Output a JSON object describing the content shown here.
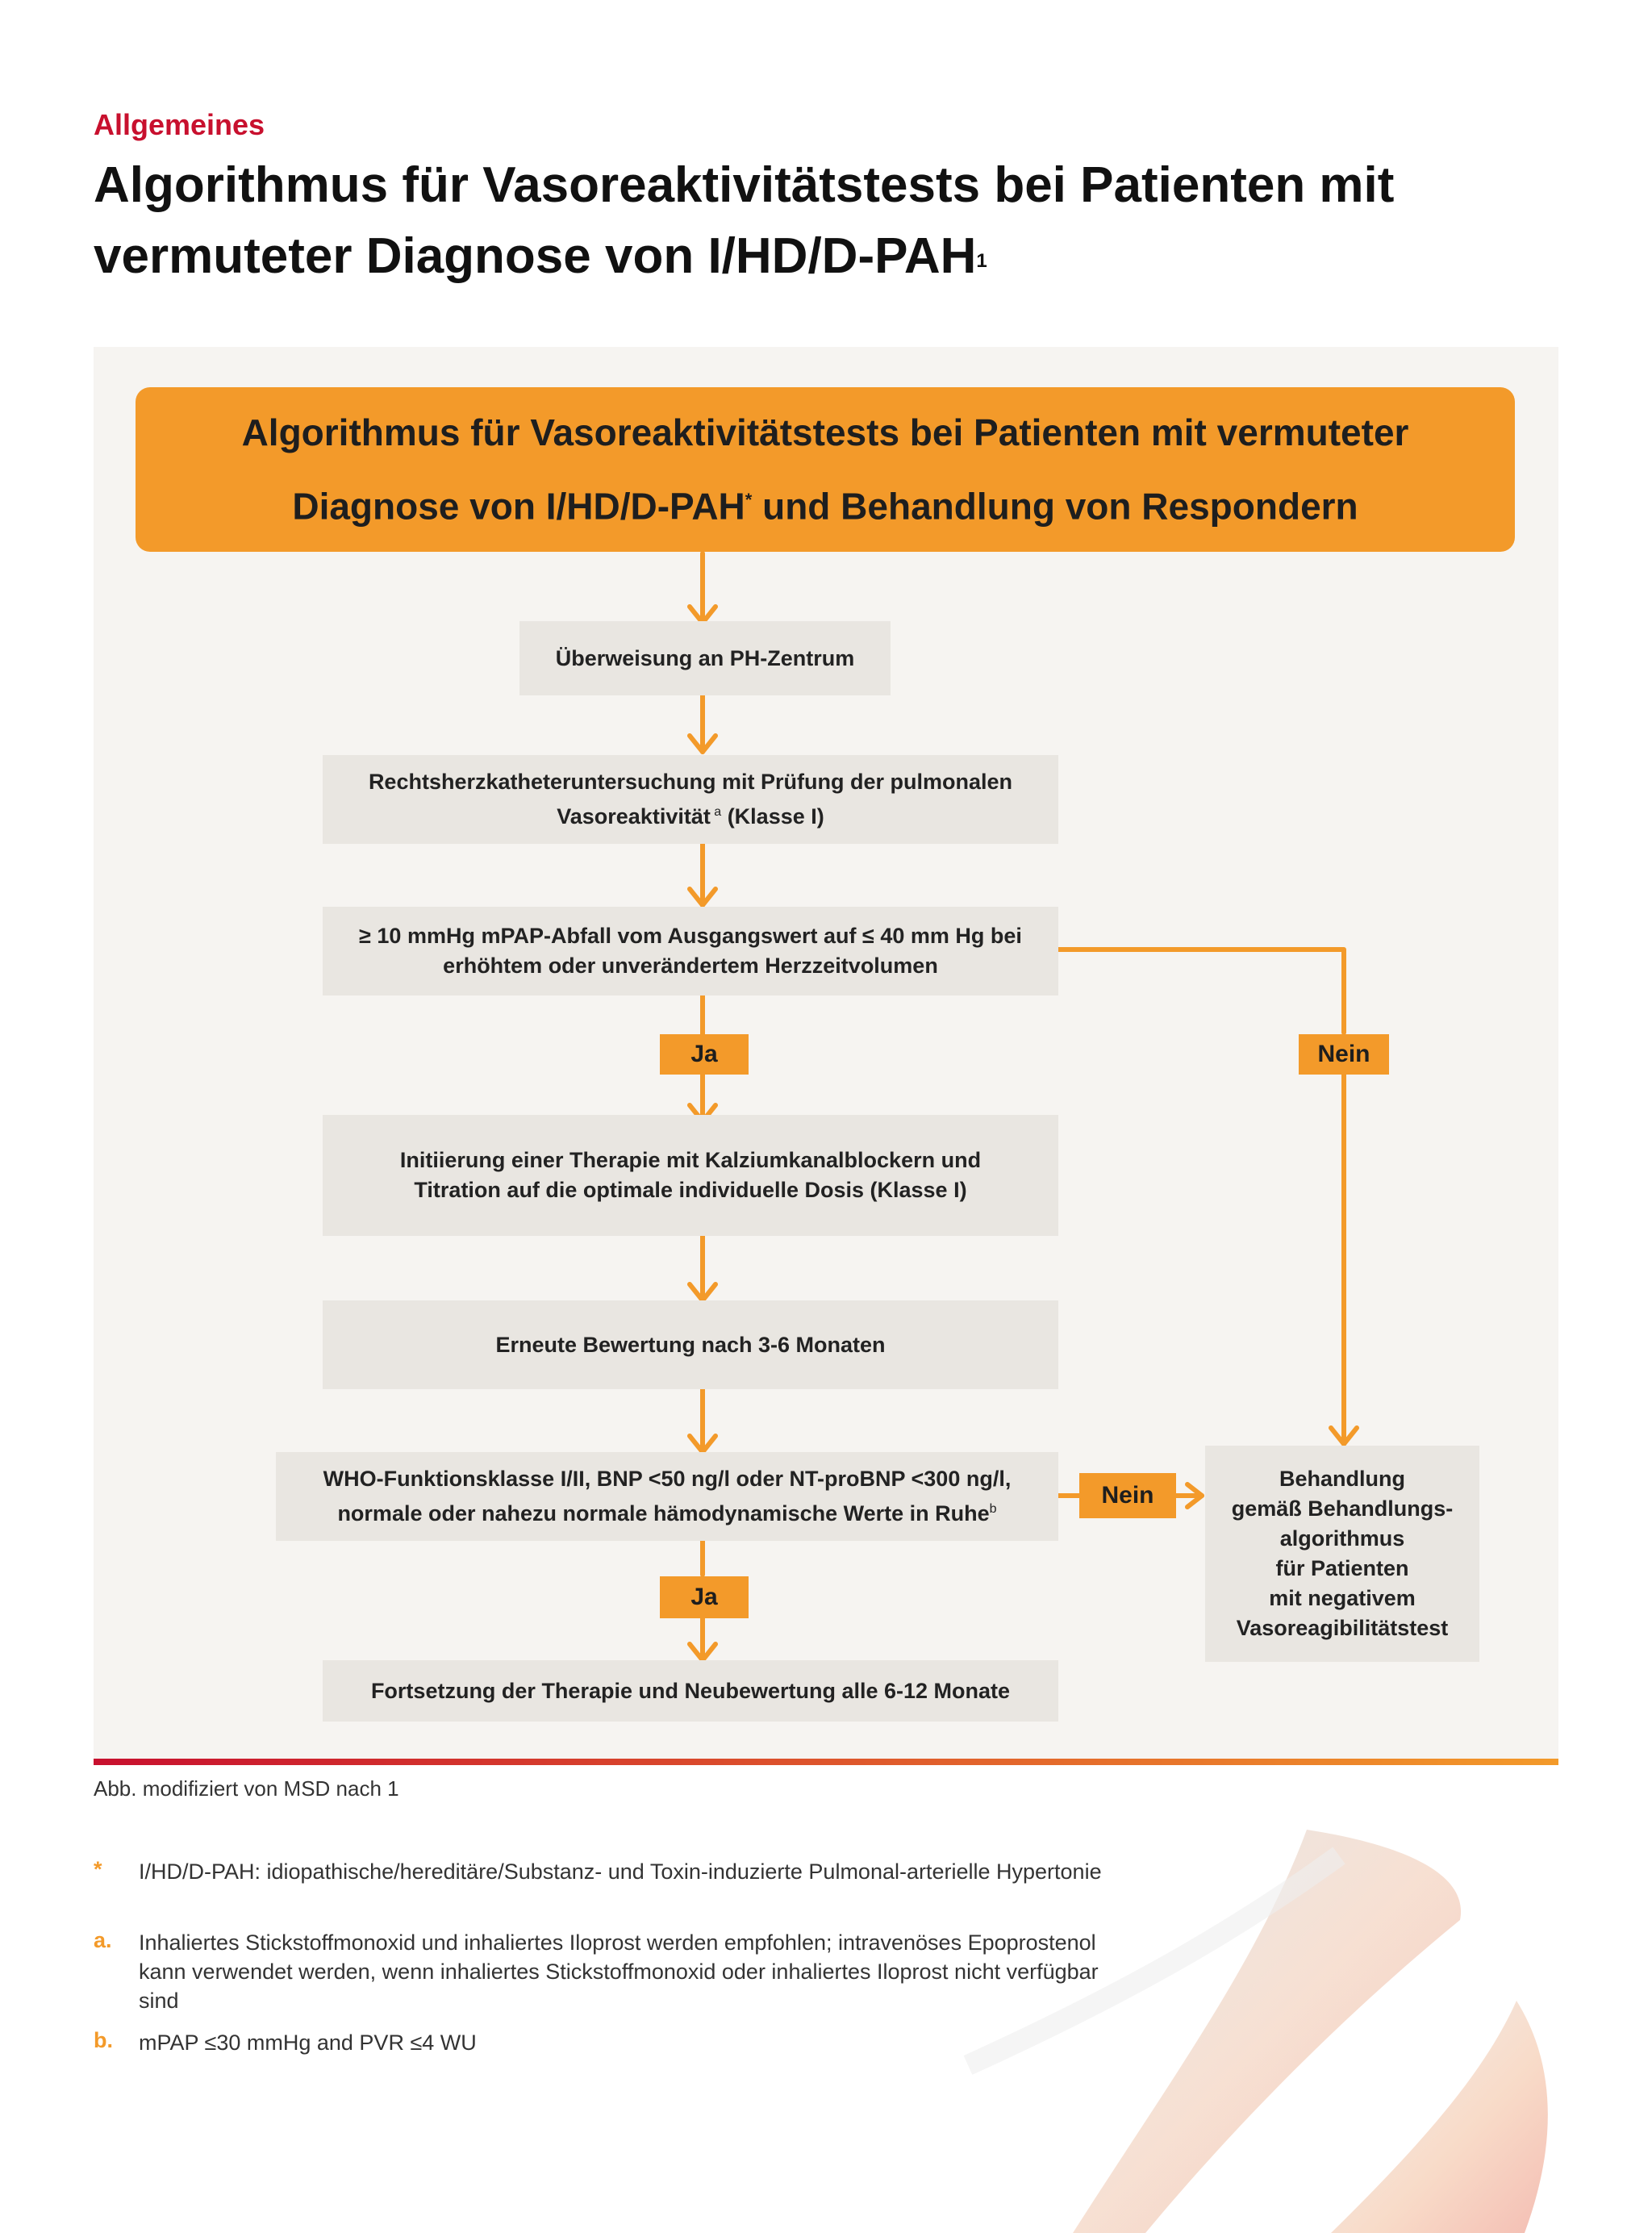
{
  "header": {
    "section_label": "Allgemeines",
    "title_line1": "Algorithmus für Vasoreaktivitätstests bei Patienten mit",
    "title_line2": "vermuteter Diagnose von I/HD/D-PAH",
    "title_sup": "1"
  },
  "banner": {
    "line1": "Algorithmus für Vasoreaktivitätstests bei Patienten mit vermuteter",
    "line2_pre": "Diagnose von I/HD/D-PAH",
    "line2_sup": "*",
    "line2_post": " und Behandlung von Respondern"
  },
  "flow": {
    "referral": "Überweisung an PH-Zentrum",
    "catheter_line1": "Rechtsherzkatheteruntersuchung mit Prüfung der pulmonalen",
    "catheter_line2_pre": "Vasoreaktivität",
    "catheter_line2_sup": " a",
    "catheter_line2_post": " (Klasse I)",
    "criteria_line1": "≥ 10 mmHg mPAP-Abfall vom Ausgangswert auf ≤ 40 mm Hg bei",
    "criteria_line2": "erhöhtem oder unverändertem Herzzeitvolumen",
    "yes1": "Ja",
    "no1": "Nein",
    "therapy_line1": "Initiierung einer Therapie mit Kalziumkanalblockern und",
    "therapy_line2": "Titration auf die optimale individuelle Dosis (Klasse I)",
    "reassess": "Erneute Bewertung nach 3-6 Monaten",
    "who_line1": "WHO-Funktionsklasse I/II, BNP <50 ng/l oder NT-proBNP <300 ng/l,",
    "who_line2_pre": "normale oder nahezu normale hämodynamische Werte in Ruhe",
    "who_line2_sup": "b",
    "no2": "Nein",
    "yes2": "Ja",
    "continue": "Fortsetzung der Therapie und Neubewertung alle 6-12 Monate",
    "treatment_lines": [
      "Behandlung",
      "gemäß Behandlungs-",
      "algorithmus",
      "für Patienten",
      "mit negativem",
      "Vasoreagibilitätstest"
    ]
  },
  "source_note": "Abb. modifiziert von MSD nach 1",
  "footnotes": [
    {
      "marker": "*",
      "text": "I/HD/D-PAH: idiopathische/hereditäre/Substanz- und Toxin-induzierte Pulmonal-arterielle Hypertonie"
    },
    {
      "marker": "a.",
      "text": "Inhaliertes Stickstoffmonoxid und inhaliertes Iloprost werden empfohlen; intravenöses Epoprostenol kann verwendet werden, wenn inhaliertes Stickstoffmonoxid oder inhaliertes Iloprost nicht verfügbar sind"
    },
    {
      "marker": "b.",
      "text": "mPAP ≤30 mmHg and PVR ≤4 WU"
    }
  ],
  "colors": {
    "accent_red": "#c8102e",
    "accent_orange": "#f39a2a",
    "box_fill": "#e9e6e1",
    "panel_fill": "#f6f4f1"
  }
}
